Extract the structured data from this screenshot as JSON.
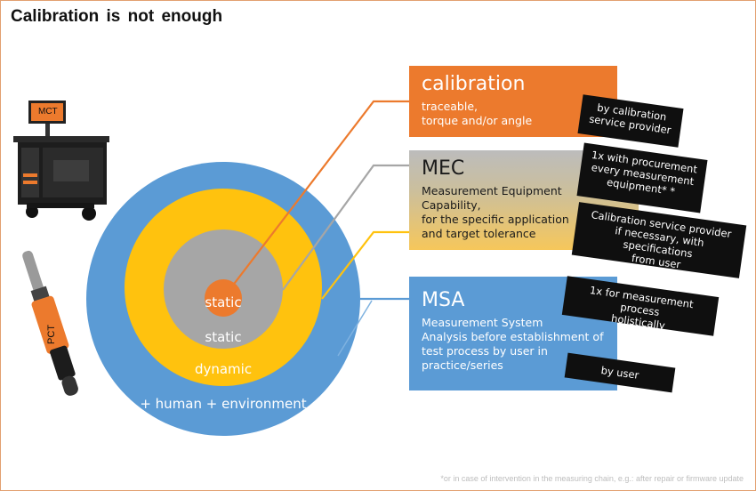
{
  "title": "Calibration is not enough",
  "rings": {
    "inner": "static",
    "gray": "static",
    "yellow": "dynamic",
    "blue": "+ human + environment"
  },
  "devices": {
    "mct_label": "MCT",
    "pct_label": "PCT"
  },
  "boxes": {
    "calibration": {
      "heading": "calibration",
      "line1": "traceable,",
      "line2": "torque and/or angle"
    },
    "mec": {
      "heading": "MEC",
      "line1": "Measurement Equipment",
      "line2": "Capability,",
      "line3": "for the specific application",
      "line4": "and target tolerance"
    },
    "msa": {
      "heading": "MSA",
      "line1": "Measurement System",
      "line2": "Analysis before establishment of",
      "line3": "test process by user in",
      "line4": "practice/series"
    }
  },
  "notes": {
    "cal": [
      "by calibration",
      "service provider"
    ],
    "mec_procurement": [
      "1x with procurement",
      "every measurement",
      "equipment* *"
    ],
    "mec_service": [
      "Calibration service provider",
      "if necessary, with specifications",
      "from user"
    ],
    "msa_process": [
      "1x for measurement process",
      "holistically"
    ],
    "msa_user": [
      "by user"
    ]
  },
  "footnote": "*or in case of intervention  in the measuring chain, e.g.: after repair or firmware update",
  "colors": {
    "orange": "#ec7a2d",
    "yellow": "#ffc20e",
    "gray": "#a6a6a6",
    "blue": "#5b9bd5"
  }
}
